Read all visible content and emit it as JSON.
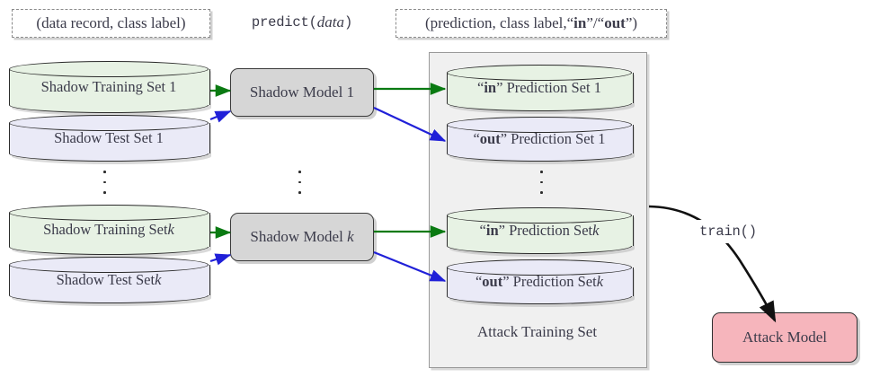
{
  "captions": {
    "left": "(data record, class label)",
    "middle_fn": "predict",
    "middle_arg": "data",
    "right_prefix": "(prediction, class label, ",
    "right_in": "in",
    "right_sep": " / ",
    "right_out": "out",
    "right_suffix": ")",
    "quote_open": "“",
    "quote_close": "”"
  },
  "rows": [
    {
      "training_set": "Shadow Training Set 1",
      "test_set": "Shadow Test Set 1",
      "model": "Shadow Model 1",
      "in_prediction": "Prediction Set 1",
      "out_prediction": "Prediction Set 1",
      "in_tag": "in",
      "out_tag": "out"
    },
    {
      "training_set_base": "Shadow Training Set ",
      "training_set_index": "k",
      "test_set_base": "Shadow Test Set ",
      "test_set_index": "k",
      "model_base": "Shadow Model ",
      "model_index": "k",
      "in_prediction_base": "Prediction Set ",
      "in_prediction_index": "k",
      "out_prediction_base": "Prediction Set ",
      "out_prediction_index": "k",
      "in_tag": "in",
      "out_tag": "out"
    }
  ],
  "panel": {
    "label": "Attack Training Set"
  },
  "attack": {
    "model_label": "Attack Model",
    "train_label": "train()"
  },
  "ellipsis": {
    "glyph": "⋮"
  },
  "colors": {
    "green_arrow": "#0a7a12",
    "blue_arrow": "#2020d8",
    "train_arrow": "#111111",
    "green_fill": "#e7f2e4",
    "purple_fill": "#eaeaf7",
    "model_fill": "#d6d6d6",
    "attack_fill": "#f6b5bc",
    "panel_fill": "#f0f0f0",
    "text": "#3b3b4a"
  }
}
